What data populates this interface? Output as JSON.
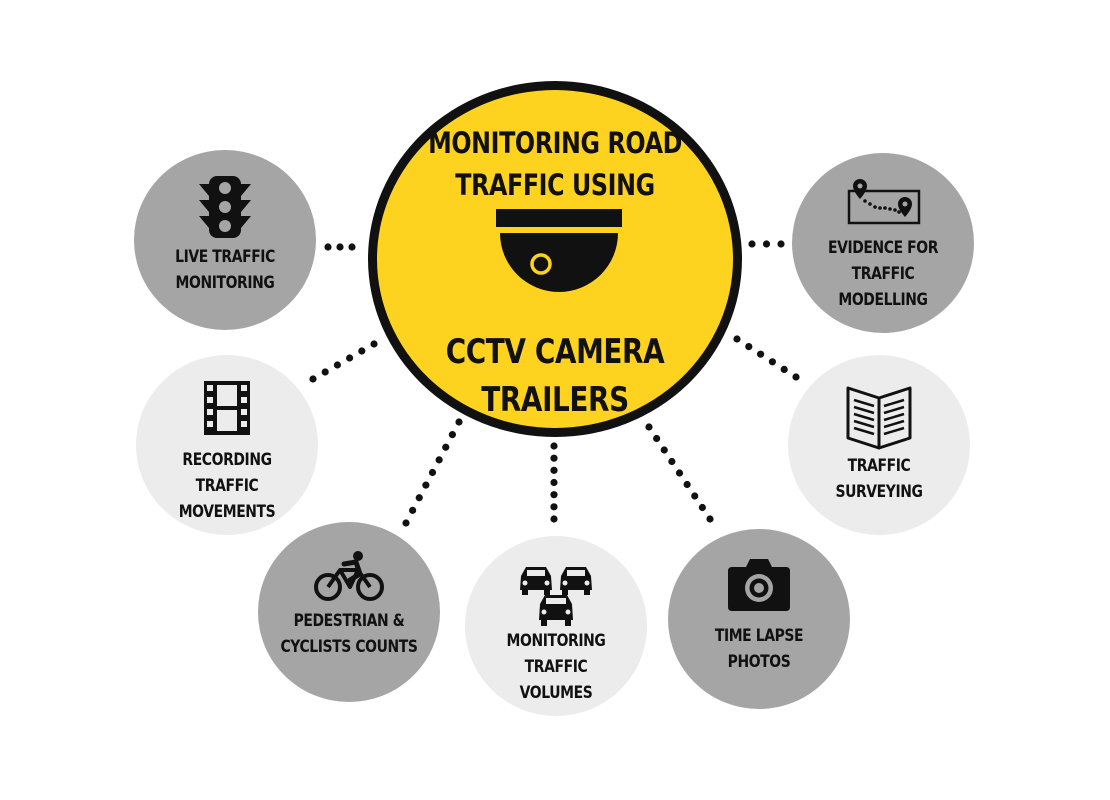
{
  "center": {
    "title_lines": [
      "MONITORING ROAD",
      "TRAFFIC USING"
    ],
    "subtitle_lines": [
      "CCTV CAMERA",
      "TRAILERS"
    ]
  },
  "nodes": [
    {
      "label_lines": [
        "LIVE TRAFFIC",
        "MONITORING"
      ],
      "icon": "traffic-light-icon",
      "tone": "dark"
    },
    {
      "label_lines": [
        "RECORDING TRAFFIC",
        "MOVEMENTS"
      ],
      "icon": "film-strip-icon",
      "tone": "light"
    },
    {
      "label_lines": [
        "PEDESTRIAN &",
        "CYCLISTS COUNTS"
      ],
      "icon": "cyclist-icon",
      "tone": "dark"
    },
    {
      "label_lines": [
        "MONITORING TRAFFIC",
        "VOLUMES"
      ],
      "icon": "cars-icon",
      "tone": "light"
    },
    {
      "label_lines": [
        "TIME LAPSE",
        "PHOTOS"
      ],
      "icon": "camera-icon",
      "tone": "dark"
    },
    {
      "label_lines": [
        "TRAFFIC",
        "SURVEYING"
      ],
      "icon": "open-book-icon",
      "tone": "light"
    },
    {
      "label_lines": [
        "EVIDENCE FOR",
        "TRAFFIC",
        "MODELLING"
      ],
      "icon": "map-route-icon",
      "tone": "dark"
    }
  ],
  "colors": {
    "center_fill": "#fed320",
    "outline": "#111111",
    "node_dark": "#a5a5a5",
    "node_light": "#ececec"
  }
}
